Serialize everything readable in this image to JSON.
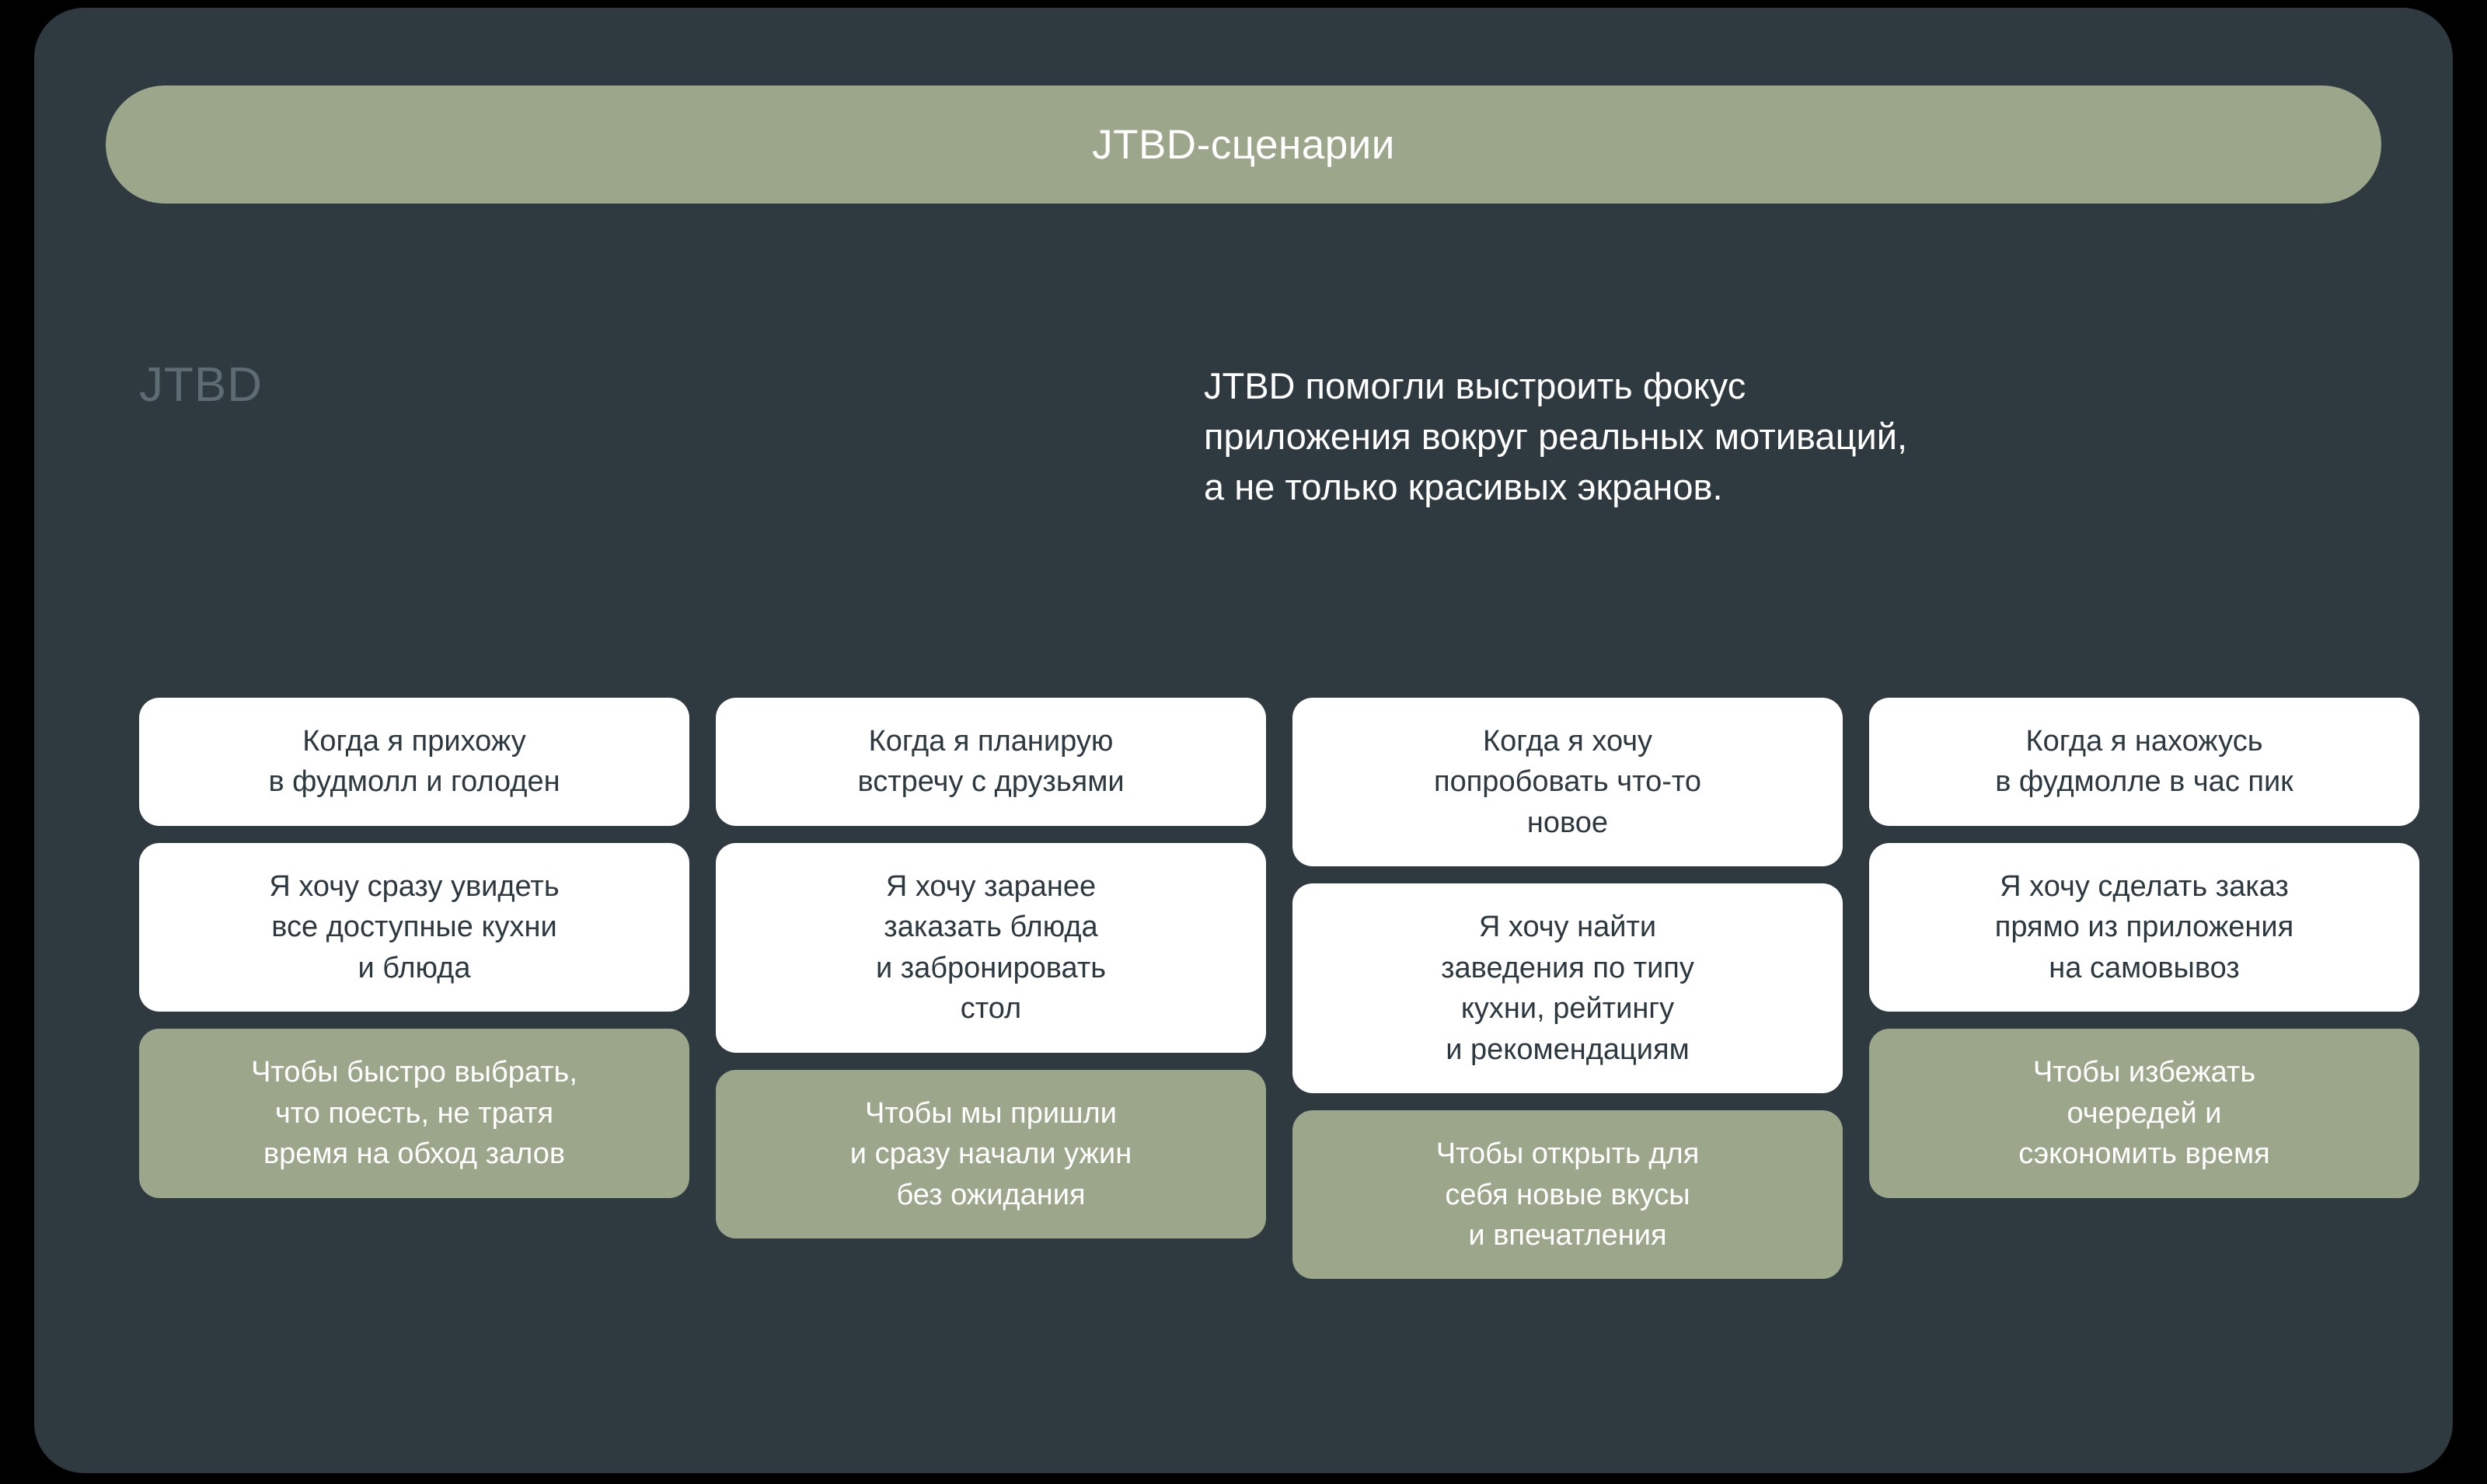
{
  "colors": {
    "page_background": "#000000",
    "panel_background": "#2f3a40",
    "accent_green": "#9ca68a",
    "card_white": "#ffffff",
    "card_text_dark": "#2d3940",
    "label_muted": "#5d6b72"
  },
  "header": {
    "title": "JTBD-сценарии"
  },
  "intro": {
    "label": "JTBD",
    "lines": [
      "JTBD помогли выстроить фокус",
      "приложения вокруг реальных мотиваций,",
      "а не только красивых экранов."
    ]
  },
  "columns": [
    {
      "cards": [
        {
          "type": "situation",
          "style": "white",
          "lines": [
            "Когда я прихожу",
            "в фудмолл и голоден"
          ]
        },
        {
          "type": "motivation",
          "style": "white",
          "lines": [
            "Я хочу сразу увидеть",
            "все доступные кухни",
            "и блюда"
          ]
        },
        {
          "type": "outcome",
          "style": "green",
          "lines": [
            "Чтобы быстро выбрать,",
            "что поесть, не тратя",
            "время на обход залов"
          ]
        }
      ]
    },
    {
      "cards": [
        {
          "type": "situation",
          "style": "white",
          "lines": [
            "Когда я планирую",
            "встречу с друзьями"
          ]
        },
        {
          "type": "motivation",
          "style": "white",
          "lines": [
            "Я хочу заранее",
            "заказать блюда",
            "и забронировать",
            "стол"
          ]
        },
        {
          "type": "outcome",
          "style": "green",
          "lines": [
            "Чтобы мы пришли",
            "и сразу начали ужин",
            "без ожидания"
          ]
        }
      ]
    },
    {
      "cards": [
        {
          "type": "situation",
          "style": "white",
          "lines": [
            "Когда я хочу",
            "попробовать что-то",
            "новое"
          ]
        },
        {
          "type": "motivation",
          "style": "white",
          "lines": [
            "Я хочу найти",
            "заведения по типу",
            "кухни, рейтингу",
            "и рекомендациям"
          ]
        },
        {
          "type": "outcome",
          "style": "green",
          "lines": [
            "Чтобы открыть для",
            "себя новые вкусы",
            "и впечатления"
          ]
        }
      ]
    },
    {
      "cards": [
        {
          "type": "situation",
          "style": "white",
          "lines": [
            "Когда я нахожусь",
            "в фудмолле в час пик"
          ]
        },
        {
          "type": "motivation",
          "style": "white",
          "lines": [
            "Я хочу сделать заказ",
            "прямо из приложения",
            "на самовывоз"
          ]
        },
        {
          "type": "outcome",
          "style": "green",
          "lines": [
            "Чтобы избежать",
            "очередей и",
            "сэкономить время"
          ]
        }
      ]
    }
  ]
}
